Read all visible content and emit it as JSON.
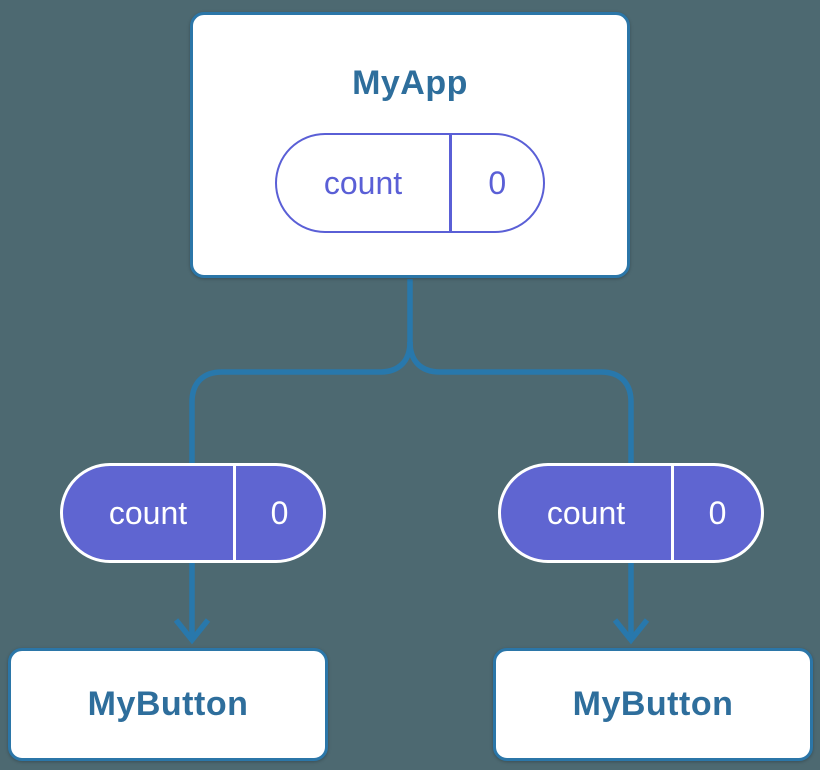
{
  "diagram": {
    "parent": {
      "title": "MyApp",
      "state": {
        "key": "count",
        "value": "0"
      }
    },
    "children": [
      {
        "title": "MyButton",
        "prop": {
          "key": "count",
          "value": "0"
        }
      },
      {
        "title": "MyButton",
        "prop": {
          "key": "count",
          "value": "0"
        }
      }
    ]
  },
  "colors": {
    "background": "#4D6971",
    "connector": "#2878AC",
    "box-border": "#2B76A8",
    "box-text": "#2E6E9C",
    "purple": "#5F65D1",
    "purple-outline": "#5A5FD6",
    "white": "#FFFFFF"
  }
}
